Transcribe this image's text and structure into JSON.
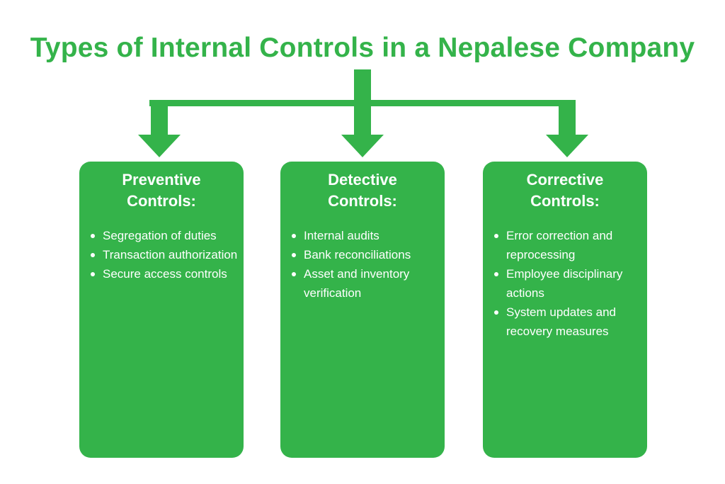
{
  "title": "Types of Internal Controls in a Nepalese Company",
  "colors": {
    "accent": "#34b34a",
    "text_on_card": "#ffffff",
    "background": "#ffffff"
  },
  "cards": [
    {
      "title_line1": "Preventive",
      "title_line2": "Controls:",
      "items": [
        "Segregation of duties",
        "Transaction authorization",
        "Secure access controls"
      ]
    },
    {
      "title_line1": "Detective",
      "title_line2": "Controls:",
      "items": [
        "Internal audits",
        "Bank reconciliations",
        "Asset and inventory verification"
      ]
    },
    {
      "title_line1": "Corrective",
      "title_line2": "Controls:",
      "items": [
        "Error correction and reprocessing",
        "Employee disciplinary actions",
        "System updates and recovery measures"
      ]
    }
  ]
}
